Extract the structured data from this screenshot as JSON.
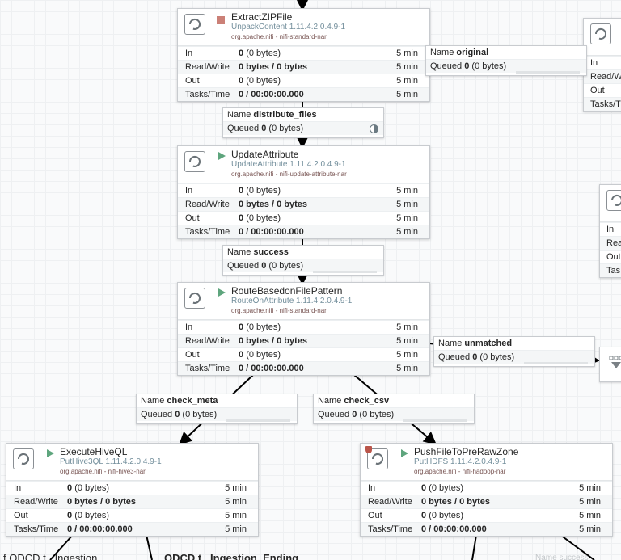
{
  "colors": {
    "stopped": "#ba554a",
    "running": "#5ea57d",
    "type_text": "#728e9b",
    "bundle_text": "#775351"
  },
  "processors": {
    "extract": {
      "name": "ExtractZIPFile",
      "type": "UnpackContent 1.11.4.2.0.4.9-1",
      "bundle": "org.apache.nifi - nifi-standard-nar",
      "state": "stopped",
      "in_label": "In",
      "in_val": "0",
      "in_bytes": "(0 bytes)",
      "in_time": "5 min",
      "rw_label": "Read/Write",
      "rw_val": "0 bytes / 0 bytes",
      "rw_time": "5 min",
      "out_label": "Out",
      "out_val": "0",
      "out_bytes": "(0 bytes)",
      "out_time": "5 min",
      "tasks_label": "Tasks/Time",
      "tasks_val": "0 / 00:00:00.000",
      "tasks_time": "5 min"
    },
    "update": {
      "name": "UpdateAttribute",
      "type": "UpdateAttribute 1.11.4.2.0.4.9-1",
      "bundle": "org.apache.nifi - nifi-update-attribute-nar",
      "state": "running",
      "in_label": "In",
      "in_val": "0",
      "in_bytes": "(0 bytes)",
      "in_time": "5 min",
      "rw_label": "Read/Write",
      "rw_val": "0 bytes / 0 bytes",
      "rw_time": "5 min",
      "out_label": "Out",
      "out_val": "0",
      "out_bytes": "(0 bytes)",
      "out_time": "5 min",
      "tasks_label": "Tasks/Time",
      "tasks_val": "0 / 00:00:00.000",
      "tasks_time": "5 min"
    },
    "route": {
      "name": "RouteBasedonFilePattern",
      "type": "RouteOnAttribute 1.11.4.2.0.4.9-1",
      "bundle": "org.apache.nifi - nifi-standard-nar",
      "state": "running",
      "in_label": "In",
      "in_val": "0",
      "in_bytes": "(0 bytes)",
      "in_time": "5 min",
      "rw_label": "Read/Write",
      "rw_val": "0 bytes / 0 bytes",
      "rw_time": "5 min",
      "out_label": "Out",
      "out_val": "0",
      "out_bytes": "(0 bytes)",
      "out_time": "5 min",
      "tasks_label": "Tasks/Time",
      "tasks_val": "0 / 00:00:00.000",
      "tasks_time": "5 min"
    },
    "hive": {
      "name": "ExecuteHiveQL",
      "type": "PutHive3QL 1.11.4.2.0.4.9-1",
      "bundle": "org.apache.nifi - nifi-hive3-nar",
      "state": "running",
      "in_label": "In",
      "in_val": "0",
      "in_bytes": "(0 bytes)",
      "in_time": "5 min",
      "rw_label": "Read/Write",
      "rw_val": "0 bytes / 0 bytes",
      "rw_time": "5 min",
      "out_label": "Out",
      "out_val": "0",
      "out_bytes": "(0 bytes)",
      "out_time": "5 min",
      "tasks_label": "Tasks/Time",
      "tasks_val": "0 / 00:00:00.000",
      "tasks_time": "5 min"
    },
    "push": {
      "name": "PushFileToPreRawZone",
      "type": "PutHDFS 1.11.4.2.0.4.9-1",
      "bundle": "org.apache.nifi - nifi-hadoop-nar",
      "state": "running",
      "in_label": "In",
      "in_val": "0",
      "in_bytes": "(0 bytes)",
      "in_time": "5 min",
      "rw_label": "Read/Write",
      "rw_val": "0 bytes / 0 bytes",
      "rw_time": "5 min",
      "out_label": "Out",
      "out_val": "0",
      "out_bytes": "(0 bytes)",
      "out_time": "5 min",
      "tasks_label": "Tasks/Time",
      "tasks_val": "0 / 00:00:00.000",
      "tasks_time": "5 min"
    },
    "partial_a": {
      "in_label": "In",
      "rw_label": "Read/W",
      "out_label": "Out",
      "tasks_label": "Tasks/T"
    },
    "partial_b": {
      "in_label": "In",
      "rw_label": "Rea",
      "out_label": "Out",
      "tasks_label": "Tas"
    }
  },
  "connections": {
    "original": {
      "name_label": "Name",
      "name": "original",
      "queued_label": "Queued",
      "queued_count": "0",
      "queued_bytes": "(0 bytes)"
    },
    "distribute": {
      "name_label": "Name",
      "name": "distribute_files",
      "queued_label": "Queued",
      "queued_count": "0",
      "queued_bytes": "(0 bytes)"
    },
    "success": {
      "name_label": "Name",
      "name": "success",
      "queued_label": "Queued",
      "queued_count": "0",
      "queued_bytes": "(0 bytes)"
    },
    "unmatched": {
      "name_label": "Name",
      "name": "unmatched",
      "queued_label": "Queued",
      "queued_count": "0",
      "queued_bytes": "(0 bytes)"
    },
    "check_meta": {
      "name_label": "Name",
      "name": "check_meta",
      "queued_label": "Queued",
      "queued_count": "0",
      "queued_bytes": "(0 bytes)"
    },
    "check_csv": {
      "name_label": "Name",
      "name": "check_csv",
      "queued_label": "Queued",
      "queued_count": "0",
      "queued_bytes": "(0 bytes)"
    }
  },
  "bottom": {
    "left_text": "f ODCD.t_ Ingestion",
    "bold_text": "ODCD.t_ Ingestion_Ending",
    "right_text": "Name success"
  }
}
